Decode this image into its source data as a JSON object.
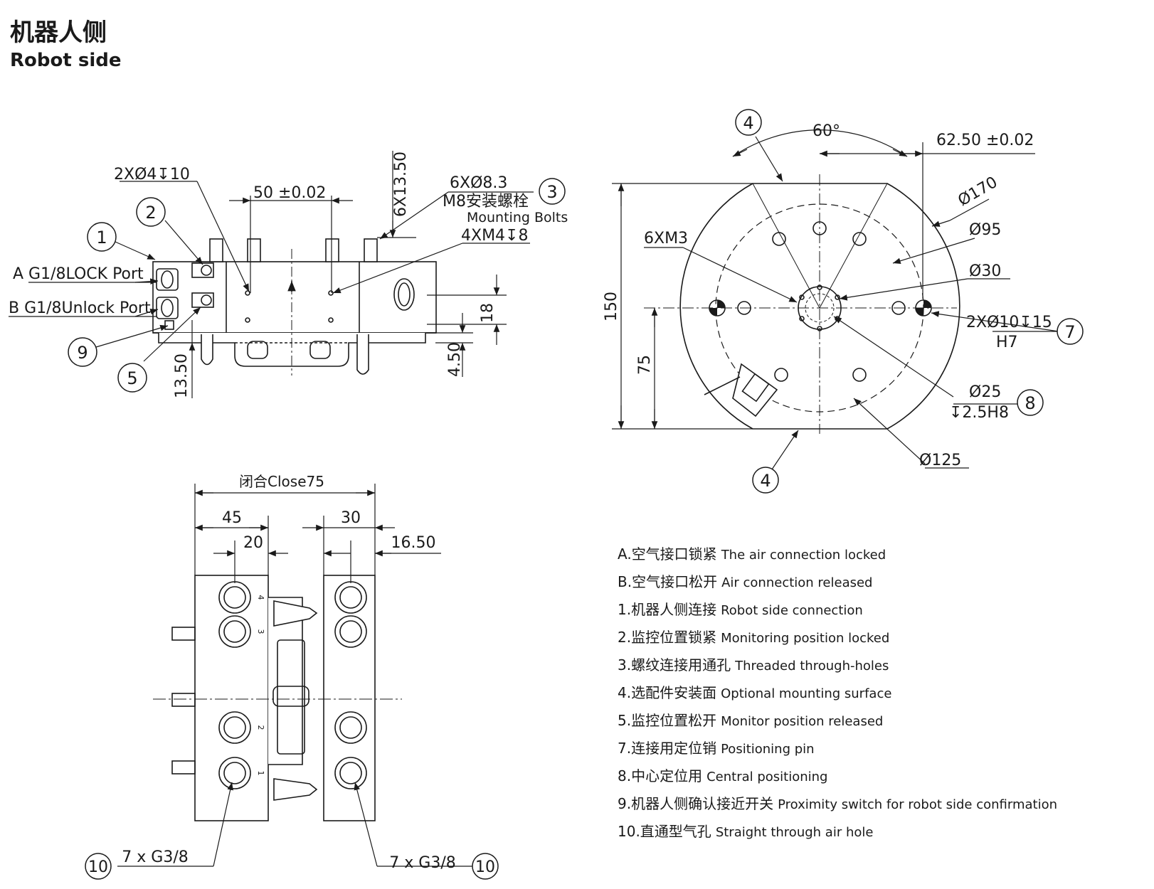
{
  "header": {
    "title_cn": "机器人侧",
    "title_en": "Robot side"
  },
  "side_view": {
    "labels": {
      "hole_2x4": "2XØ4↧10",
      "dim_50": "50 ±0.02",
      "dim_6x13_50": "6X13.50",
      "bolt_size": "6XØ8.3",
      "bolt_cn": "M8安装螺栓",
      "bolt_en": "Mounting Bolts",
      "thread_4xm4": "4XM4↧8",
      "port_a": "A G1/8LOCK Port",
      "port_b": "B G1/8Unlock Port",
      "dim_18": "18",
      "dim_4_50": "4.50",
      "dim_13_50": "13.50"
    },
    "callouts": [
      "1",
      "2",
      "3",
      "5",
      "9"
    ]
  },
  "top_view": {
    "labels": {
      "angle": "60°",
      "dim_62_50": "62.50 ±0.02",
      "dia_170": "Ø170",
      "dia_95": "Ø95",
      "dia_30": "Ø30",
      "thread_6xm3": "6XM3",
      "pin": "2XØ10↧15",
      "pin_fit": "H7",
      "dia_25": "Ø25",
      "depth_25": "↧2.5H8",
      "dia_125": "Ø125",
      "dim_150": "150",
      "dim_75": "75"
    },
    "callouts": [
      "4",
      "7",
      "8",
      "4"
    ]
  },
  "bottom_view": {
    "labels": {
      "close": "闭合Close75",
      "dim_45": "45",
      "dim_20": "20",
      "dim_30": "30",
      "dim_16_50": "16.50",
      "port_left": "7 x  G3/8",
      "port_right": "7 x  G3/8",
      "port_numbers": [
        "4",
        "3",
        "2",
        "1"
      ]
    },
    "callouts": [
      "10",
      "10"
    ]
  },
  "legend": [
    {
      "cn": "A.空气接口锁紧",
      "en": "The air connection locked"
    },
    {
      "cn": "B.空气接口松开",
      "en": "Air connection released"
    },
    {
      "cn": "1.机器人侧连接",
      "en": "Robot side connection"
    },
    {
      "cn": "2.监控位置锁紧",
      "en": "Monitoring position locked"
    },
    {
      "cn": "3.螺纹连接用通孔",
      "en": "Threaded through-holes"
    },
    {
      "cn": "4.选配件安装面",
      "en": "Optional mounting surface"
    },
    {
      "cn": "5.监控位置松开",
      "en": "Monitor position released"
    },
    {
      "cn": "7.连接用定位销",
      "en": "Positioning pin"
    },
    {
      "cn": "8.中心定位用",
      "en": "Central positioning"
    },
    {
      "cn": "9.机器人侧确认接近开关",
      "en": "Proximity switch for robot side confirmation"
    },
    {
      "cn": "10.直通型气孔",
      "en": "Straight through air hole"
    }
  ]
}
